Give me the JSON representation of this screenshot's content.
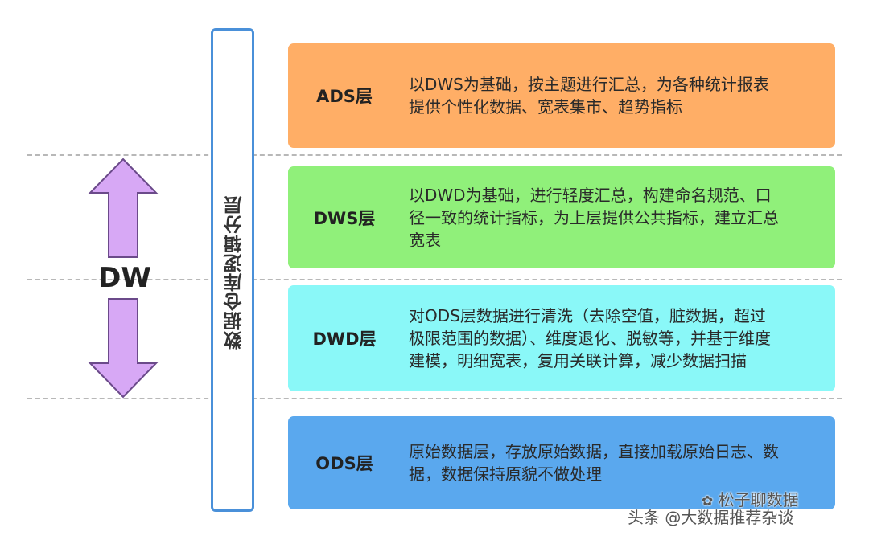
{
  "side_label": "数据仓库逻辑分层",
  "dw_label": "DW",
  "layers": [
    {
      "name": "ADS层",
      "desc": "以DWS为基础，按主题进行汇总，为各种统计报表提供个性化数据、宽表集市、趋势指标",
      "color": "#ffae66"
    },
    {
      "name": "DWS层",
      "desc": "以DWD为基础，进行轻度汇总，构建命名规范、口径一致的统计指标，为上层提供公共指标，建立汇总宽表",
      "color": "#90f07a"
    },
    {
      "name": "DWD层",
      "desc": "对ODS层数据进行清洗（去除空值，脏数据，超过极限范围的数据）、维度退化、脱敏等，并基于维度建模，明细宽表，复用关联计算，减少数据扫描",
      "color": "#8af8f8"
    },
    {
      "name": "ODS层",
      "desc": "原始数据层，存放原始数据，直接加载原始日志、数据，数据保持原貌不做处理",
      "color": "#5aa8ee"
    }
  ],
  "arrow_color": "#d7a8f5",
  "watermark": {
    "channel": "松子聊数据",
    "source": "头条 @大数据推荐杂谈"
  }
}
